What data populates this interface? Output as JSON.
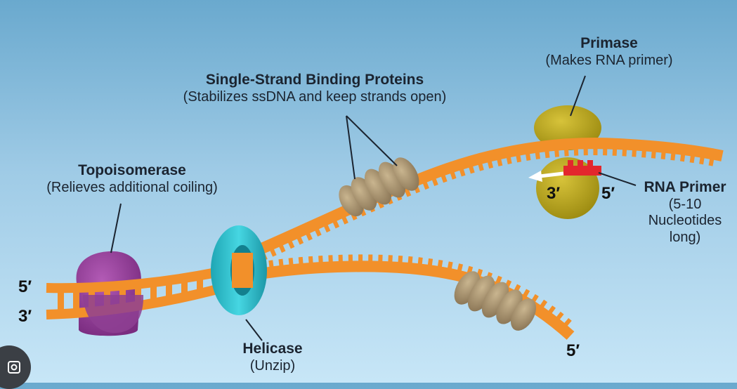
{
  "labels": {
    "topoisomerase": {
      "title": "Topoisomerase",
      "subtitle": "(Relieves additional coiling)"
    },
    "ssb": {
      "title": "Single-Strand Binding Proteins",
      "subtitle": "(Stabilizes ssDNA and keep strands open)"
    },
    "primase": {
      "title": "Primase",
      "subtitle": "(Makes RNA primer)"
    },
    "rna_primer": {
      "title": "RNA Primer",
      "line1": "(5-10",
      "line2": "Nucleotides",
      "line3": "long)"
    },
    "helicase": {
      "title": "Helicase",
      "subtitle": "(Unzip)"
    }
  },
  "strand_ends": {
    "left_top": "5′",
    "left_bottom": "3′",
    "primer_left": "3′",
    "primer_right": "5′",
    "lower_strand_end": "5′"
  },
  "colors": {
    "dna": "#f2902a",
    "topoisomerase": "#8e3f93",
    "helicase": "#27b8c6",
    "ssb": "#a8926d",
    "primase": "#b7a21a",
    "rna_primer": "#e3272d"
  },
  "corner_icon": "lens-icon"
}
